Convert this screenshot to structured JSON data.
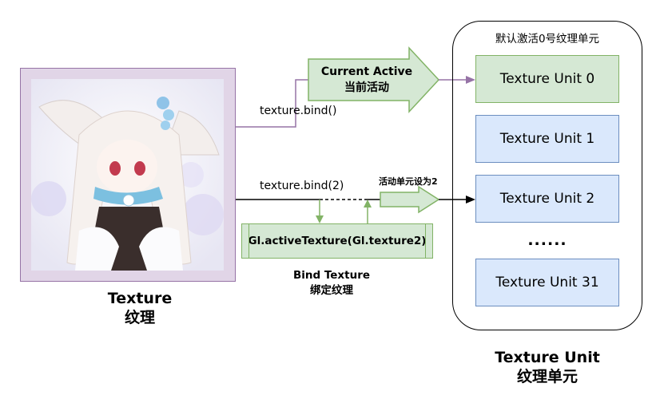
{
  "texture": {
    "caption_en": "Texture",
    "caption_zh": "纹理"
  },
  "current_active": {
    "line1": "Current Active",
    "line2": "当前活动"
  },
  "labels": {
    "bind": "texture.bind()",
    "bind2": "texture.bind(2)",
    "set_unit_two": "活动单元设为2"
  },
  "gl_call": "Gl.activeTexture(Gl.texture2)",
  "bind_texture": {
    "line1": "Bind Texture",
    "line2": "绑定纹理"
  },
  "units_panel": {
    "title": "默认激活0号纹理单元",
    "units": [
      "Texture Unit 0",
      "Texture Unit 1",
      "Texture Unit 2",
      "Texture Unit 31"
    ],
    "ellipsis": "......",
    "caption_en": "Texture Unit",
    "caption_zh": "纹理单元"
  },
  "colors": {
    "purple_fill": "#e1d5e7",
    "purple_stroke": "#9673a6",
    "green_fill": "#d5e8d4",
    "green_stroke": "#82b366",
    "blue_fill": "#dae8fc",
    "blue_stroke": "#6c8ebf"
  }
}
